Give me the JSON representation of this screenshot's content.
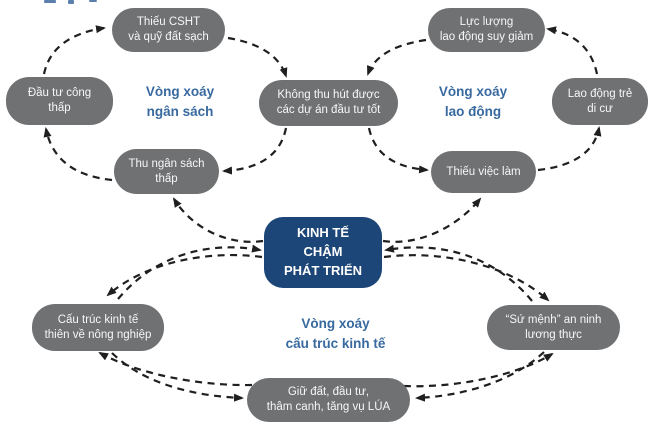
{
  "diagram": {
    "title_fragment_visible": true,
    "colors": {
      "background": "#ffffff",
      "node_gray": "#707173",
      "node_text": "#f7f7f7",
      "center_blue": "#1d4678",
      "cycle_label_blue": "#38699f",
      "arrow": "#1f1f1f"
    },
    "nodes": [
      {
        "id": "thieu-csht",
        "text": "Thiếu CSHT\nvà quỹ đất sạch"
      },
      {
        "id": "luc-luong",
        "text": "Lực lượng\nlao động suy giảm"
      },
      {
        "id": "dau-tu-cong",
        "text": "Đầu tư công\nthấp"
      },
      {
        "id": "khong-thu-hut",
        "text": "Không thu hút được\ncác dự án đầu tư tốt"
      },
      {
        "id": "lao-dong-tre",
        "text": "Lao động trẻ\ndi cư"
      },
      {
        "id": "thu-ngan-sach",
        "text": "Thu ngân sách\nthấp"
      },
      {
        "id": "thieu-viec-lam",
        "text": "Thiếu việc làm"
      },
      {
        "id": "kinh-te",
        "text": "KINH TẾ\nCHẬM\nPHÁT TRIỂN",
        "role": "hub"
      },
      {
        "id": "cau-truc",
        "text": "Cấu trúc kinh tế\nthiên về nông nghiệp"
      },
      {
        "id": "su-menh",
        "text": "“Sứ mệnh” an ninh\nlương thực"
      },
      {
        "id": "giu-dat",
        "text": "Giữ đất, đầu tư,\nthâm canh, tăng vụ LÚA"
      }
    ],
    "cycle_labels": [
      {
        "id": "ngan-sach",
        "text": "Vòng xoáy\nngân sách"
      },
      {
        "id": "lao-dong",
        "text": "Vòng xoáy\nlao động"
      },
      {
        "id": "cau-truc-kinh-te",
        "text": "Vòng xoáy\ncấu trúc kinh tế"
      }
    ],
    "edges": [
      {
        "id": "b1",
        "from": "dau-tu-cong",
        "to": "thieu-csht"
      },
      {
        "id": "b2",
        "from": "thieu-csht",
        "to": "khong-thu-hut"
      },
      {
        "id": "b3",
        "from": "khong-thu-hut",
        "to": "thu-ngan-sach"
      },
      {
        "id": "b4",
        "from": "thu-ngan-sach",
        "to": "dau-tu-cong"
      },
      {
        "id": "l1",
        "from": "luc-luong",
        "to": "khong-thu-hut"
      },
      {
        "id": "l2",
        "from": "khong-thu-hut",
        "to": "thieu-viec-lam"
      },
      {
        "id": "l3",
        "from": "thieu-viec-lam",
        "to": "lao-dong-tre"
      },
      {
        "id": "l4",
        "from": "lao-dong-tre",
        "to": "luc-luong"
      },
      {
        "id": "c1",
        "from": "kinh-te",
        "to": "thu-ngan-sach"
      },
      {
        "id": "c2",
        "from": "kinh-te",
        "to": "thieu-viec-lam"
      },
      {
        "id": "c3",
        "from": "cau-truc",
        "to": "kinh-te"
      },
      {
        "id": "c4",
        "from": "su-menh",
        "to": "kinh-te"
      },
      {
        "id": "c5",
        "from": "kinh-te",
        "to": "cau-truc"
      },
      {
        "id": "c6",
        "from": "kinh-te",
        "to": "su-menh"
      },
      {
        "id": "g1",
        "from": "cau-truc",
        "to": "giu-dat"
      },
      {
        "id": "g2",
        "from": "giu-dat",
        "to": "cau-truc"
      },
      {
        "id": "g3",
        "from": "giu-dat",
        "to": "su-menh"
      },
      {
        "id": "g4",
        "from": "su-menh",
        "to": "giu-dat"
      }
    ]
  }
}
